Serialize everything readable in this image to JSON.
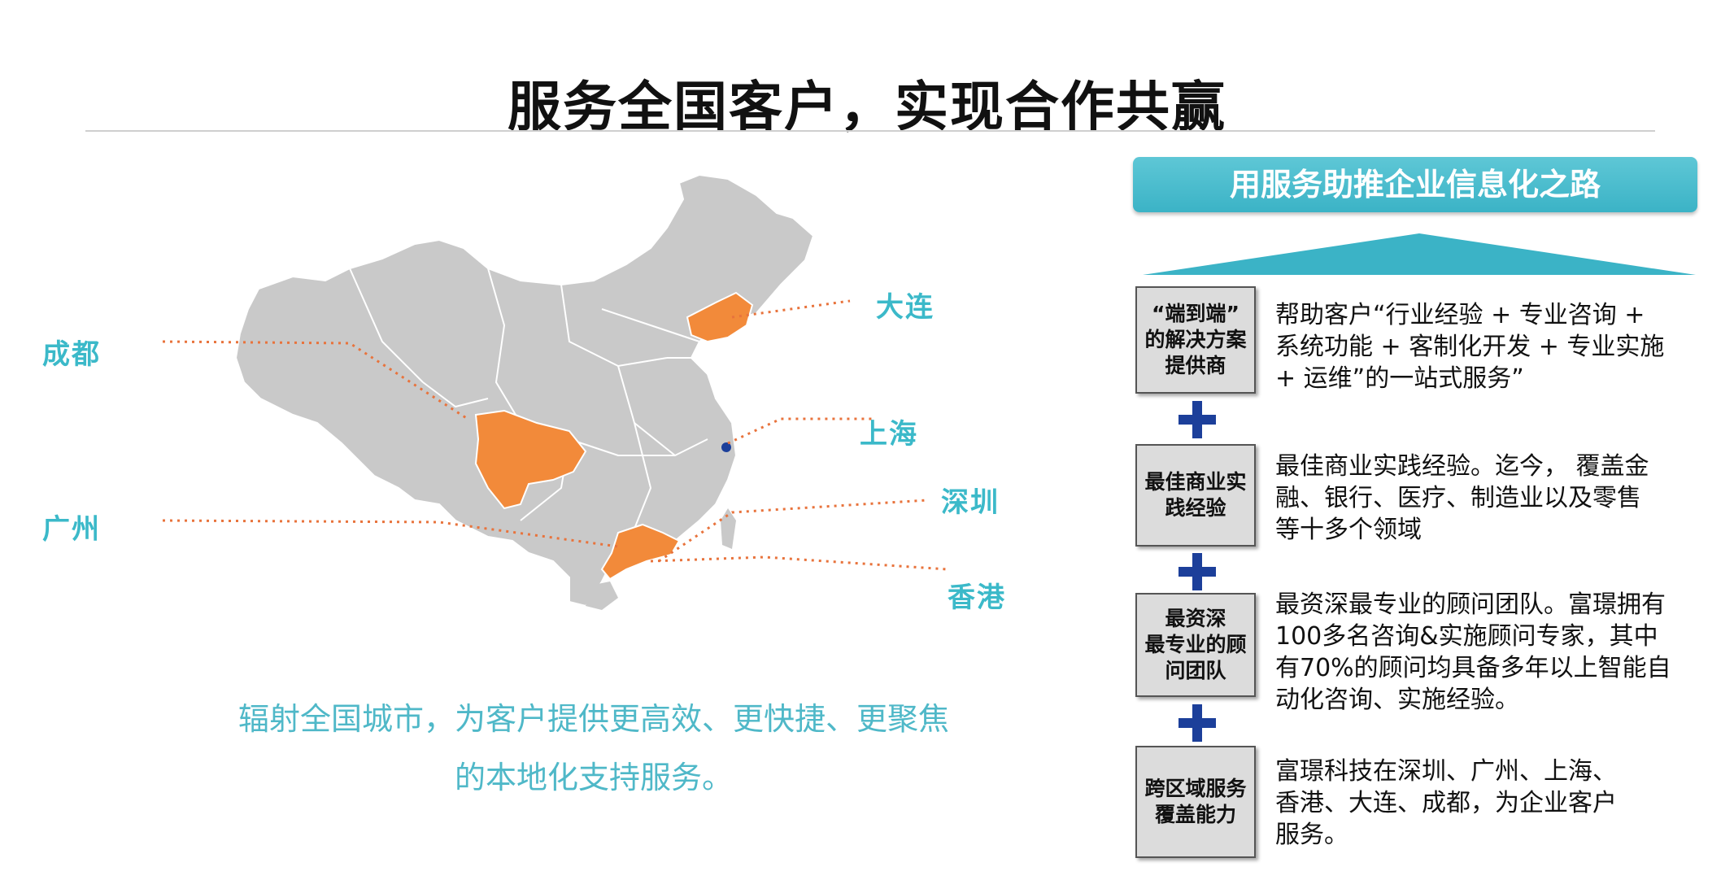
{
  "title": "服务全国客户，实现合作共赢",
  "map": {
    "highlight_color": "#f28a3a",
    "base_color": "#c9c9c9",
    "leader_color": "#e8733c",
    "cities": {
      "chengdu": "成都",
      "guangzhou": "广州",
      "dalian": "大连",
      "shanghai": "上海",
      "shenzhen": "深圳",
      "hongkong": "香港"
    },
    "caption_line1": "辐射全国城市，为客户提供更高效、更快捷、更聚焦",
    "caption_line2": "的本地化支持服务。"
  },
  "panel": {
    "banner": "用服务助推企业信息化之路",
    "accent_color": "#3bb3c6",
    "plus_color": "#1c3f9a",
    "items": [
      {
        "label_lines": [
          "“端到端”",
          "的解决方案",
          "提供商"
        ],
        "desc_lines": [
          "帮助客户“行业经验 + 专业咨询 +",
          "系统功能 + 客制化开发 + 专业实施",
          "+ 运维”的一站式服务”"
        ]
      },
      {
        "label_lines": [
          "最佳商业实",
          "践经验"
        ],
        "desc_lines": [
          "最佳商业实践经验。迄今， 覆盖金",
          "融、银行、医疗、制造业以及零售",
          "等十多个领域"
        ]
      },
      {
        "label_lines": [
          "最资深",
          "最专业的顾",
          "问团队"
        ],
        "desc_lines": [
          "最资深最专业的顾问团队。富璟拥有",
          "100多名咨询&实施顾问专家，其中",
          "有70%的顾问均具备多年以上智能自",
          "动化咨询、实施经验。"
        ]
      },
      {
        "label_lines": [
          "跨区域服务",
          "覆盖能力"
        ],
        "desc_lines": [
          "富璟科技在深圳、广州、上海、",
          "香港、大连、成都，为企业客户",
          "服务。"
        ]
      }
    ]
  }
}
